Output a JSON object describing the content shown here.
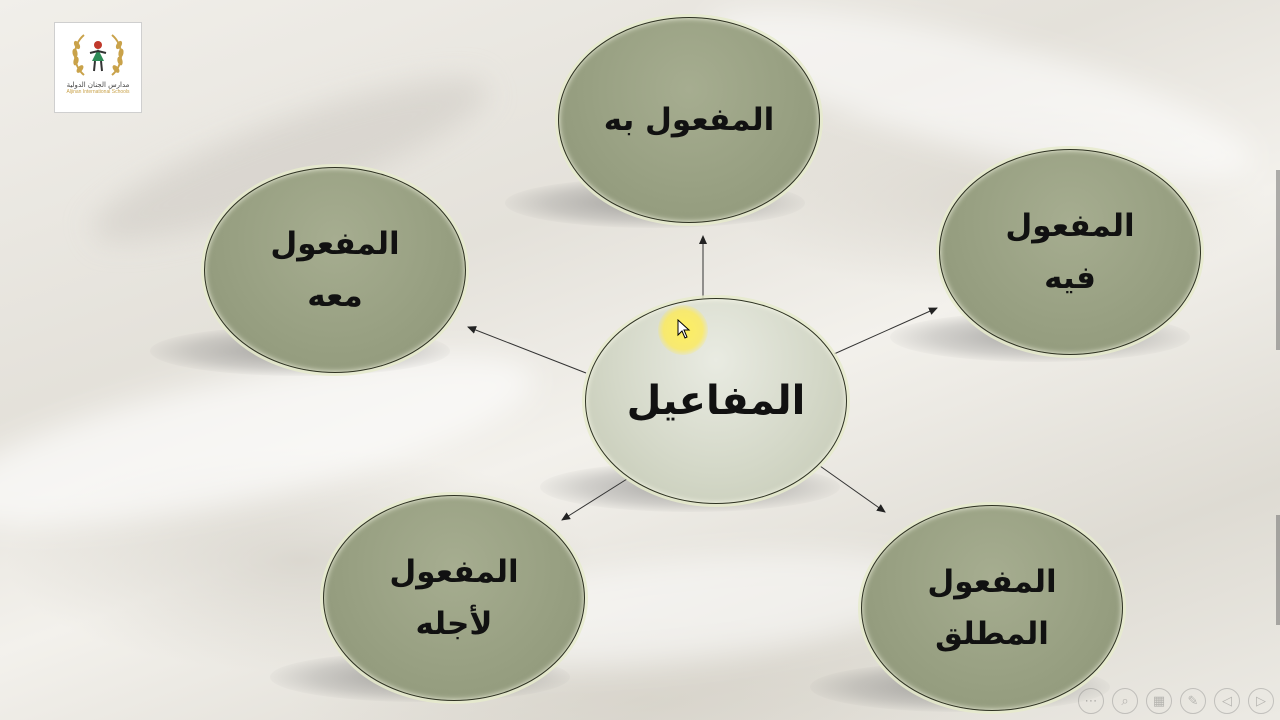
{
  "logo": {
    "name_ar": "مدارس الجنان الدولية",
    "name_en": "Aljinan International Schools"
  },
  "diagram": {
    "center": "المفاعيل",
    "nodes": {
      "top": "المفعول به",
      "right": "المفعول\nفيه",
      "left": "المفعول\nمعه",
      "bottom_left": "المفعول\nلأجله",
      "bottom_right": "المفعول\nالمطلق"
    }
  },
  "toolbar": {
    "icons": [
      "menu-icon",
      "zoom-icon",
      "slides-icon",
      "pen-icon",
      "previous-icon",
      "next-icon"
    ]
  },
  "colors": {
    "node_fill": "#98a082",
    "center_fill": "#d4d8c8",
    "text": "#111111",
    "cursor_highlight": "#ffeb50"
  }
}
